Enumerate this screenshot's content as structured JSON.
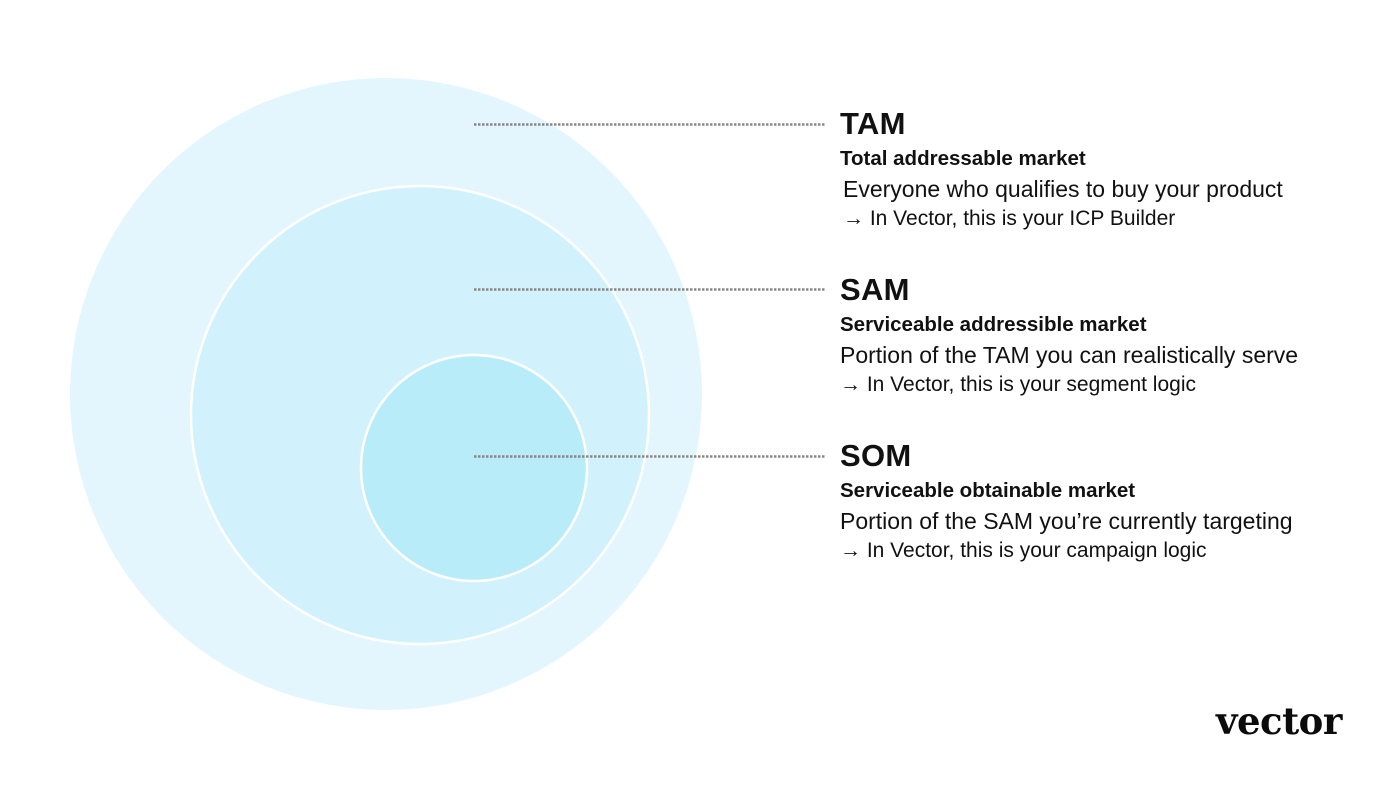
{
  "colors": {
    "tam_fill": "#e3f6fd",
    "sam_fill": "#d1f2fc",
    "som_fill": "#b8ecf8",
    "ring_stroke": "#ffffff",
    "leader_line": "#888888",
    "text": "#111111"
  },
  "entries": [
    {
      "abbr": "TAM",
      "full": "Total addressable market",
      "desc": "Everyone who qualifies to buy your product",
      "note": "→ In Vector, this is your ICP Builder"
    },
    {
      "abbr": "SAM",
      "full": "Serviceable addressible market",
      "desc": "Portion of the TAM you can realistically serve",
      "note": "→ In Vector, this is your segment logic"
    },
    {
      "abbr": "SOM",
      "full": "Serviceable obtainable market",
      "desc": "Portion of the SAM you’re currently targeting",
      "note": "→ In Vector, this is your campaign logic"
    }
  ],
  "logo": {
    "text": "vector"
  }
}
